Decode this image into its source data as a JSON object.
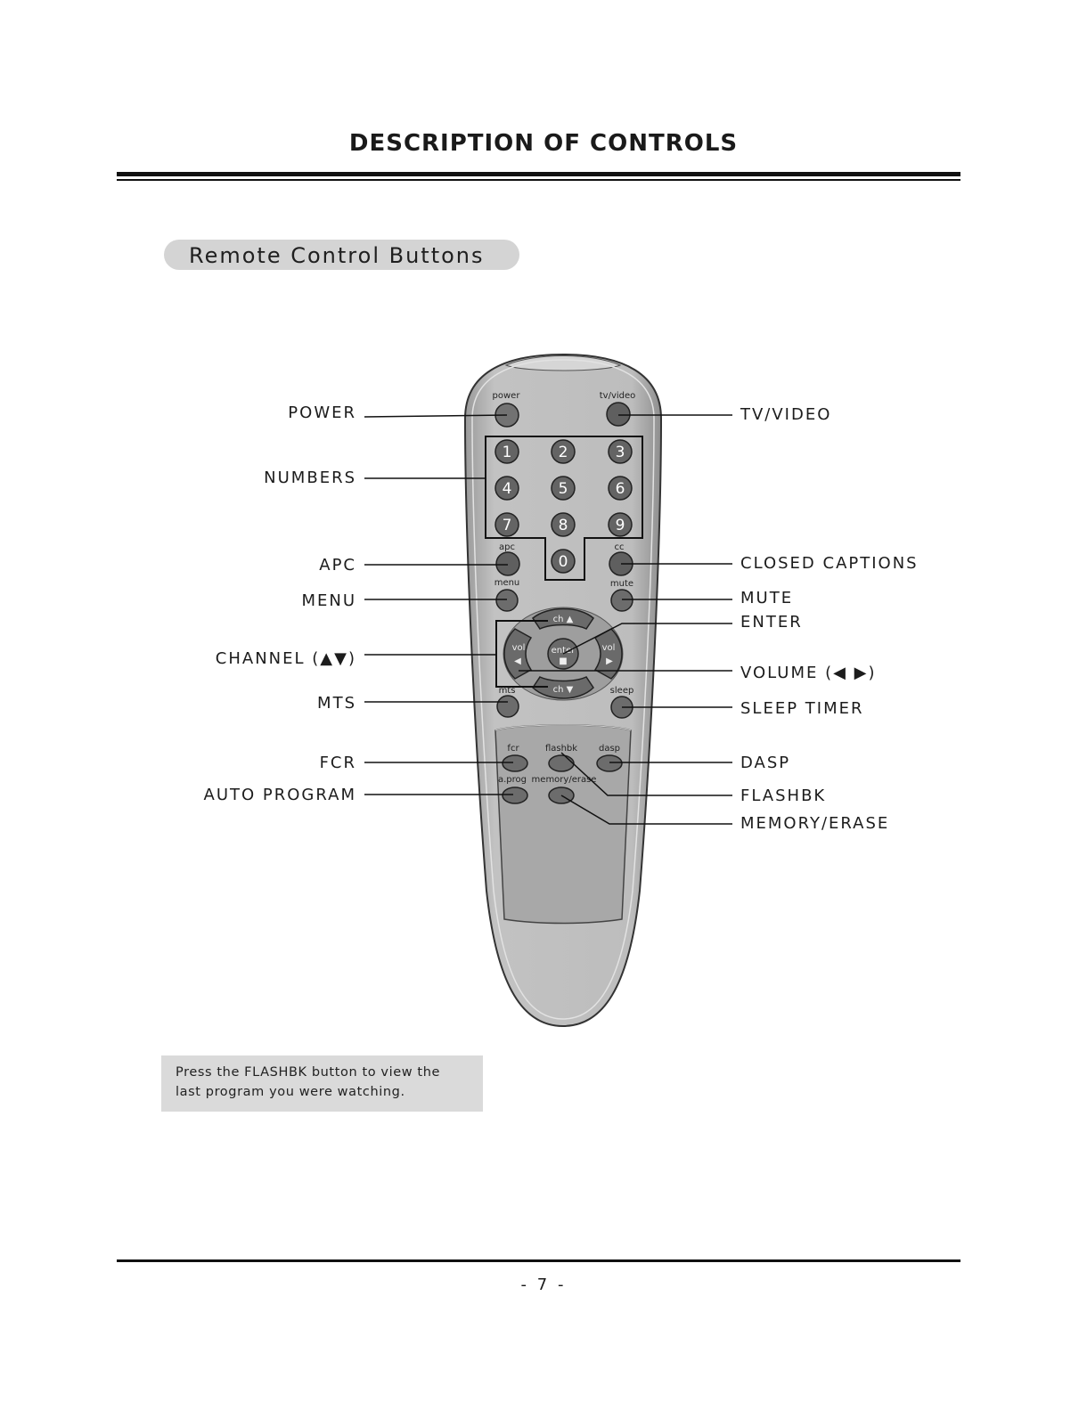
{
  "page": {
    "title": "DESCRIPTION OF CONTROLS",
    "section": "Remote Control Buttons",
    "note": "Press the FLASHBK button to view the last program you were watching.",
    "page_number": "- 7 -"
  },
  "callouts": {
    "left": {
      "power": "POWER",
      "numbers": "NUMBERS",
      "apc": "APC",
      "menu": "MENU",
      "channel": "CHANNEL (▲▼)",
      "mts": "MTS",
      "fcr": "FCR",
      "auto_program": "AUTO PROGRAM"
    },
    "right": {
      "tv_video": "TV/VIDEO",
      "closed_captions": "CLOSED CAPTIONS",
      "mute": "MUTE",
      "enter": "ENTER",
      "volume": "VOLUME (◀ ▶)",
      "sleep_timer": "SLEEP TIMER",
      "dasp": "DASP",
      "flashbk": "FLASHBK",
      "memory_erase": "MEMORY/ERASE"
    }
  },
  "remote": {
    "power": "power",
    "tv_video": "tv/video",
    "digits": [
      "1",
      "2",
      "3",
      "4",
      "5",
      "6",
      "7",
      "8",
      "9",
      "0"
    ],
    "apc": "apc",
    "cc": "cc",
    "menu": "menu",
    "mute": "mute",
    "ch_up": "ch ▲",
    "ch_down": "ch ▼",
    "vol_left": "vol",
    "vol_right": "vol",
    "vol_left_arrow": "◀",
    "vol_right_arrow": "▶",
    "enter": "enter",
    "enter_symbol": "■",
    "mts": "mts",
    "sleep": "sleep",
    "fcr": "fcr",
    "flashbk": "flashbk",
    "dasp": "dasp",
    "a_prog": "a.prog",
    "memory_erase": "memory/erase"
  },
  "colors": {
    "remote_body": "#b9b9b9",
    "button_fill": "#6e6e6e",
    "note_background": "#dadada",
    "pill_background": "#d4d4d4"
  }
}
